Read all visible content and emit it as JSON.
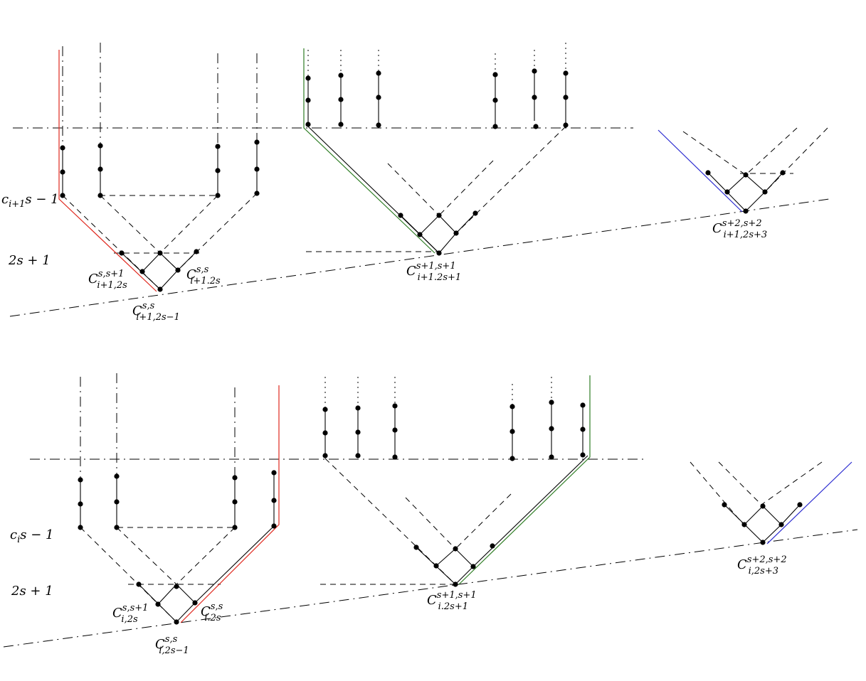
{
  "colors": {
    "ink": "#000000",
    "red_path": "#e0281e",
    "green_path": "#2e7d24",
    "blue_path": "#2a2ad0"
  },
  "labels": {
    "top_left_row": {
      "main": "c",
      "sub": "i+1",
      "tail": "s − 1"
    },
    "top_mid_row": "2s + 1",
    "bottom_left_row": {
      "main": "c",
      "sub": "i",
      "tail": "s − 1"
    },
    "bottom_mid_row": "2s + 1",
    "top_vertex_a": {
      "base": "C",
      "sup": "s,s+1",
      "sub": "i+1,2s"
    },
    "top_vertex_b": {
      "base": "C",
      "sup": "s,s",
      "sub": "i+1.2s"
    },
    "top_vertex_c": {
      "base": "C",
      "sup": "s,s",
      "sub": "i+1,2s−1"
    },
    "top_vertex_d": {
      "base": "C",
      "sup": "s+1,s+1",
      "sub": "i+1.2s+1"
    },
    "top_vertex_e": {
      "base": "C",
      "sup": "s+2,s+2",
      "sub": "i+1,2s+3"
    },
    "bot_vertex_a": {
      "base": "C",
      "sup": "s,s+1",
      "sub": "i,2s"
    },
    "bot_vertex_b": {
      "base": "C",
      "sup": "s,s",
      "sub": "i.2s"
    },
    "bot_vertex_c": {
      "base": "C",
      "sup": "s,s",
      "sub": "i,2s−1"
    },
    "bot_vertex_d": {
      "base": "C",
      "sup": "s+1,s+1",
      "sub": "i.2s+1"
    },
    "bot_vertex_e": {
      "base": "C",
      "sup": "s+2,s+2",
      "sub": "i,2s+3"
    }
  }
}
